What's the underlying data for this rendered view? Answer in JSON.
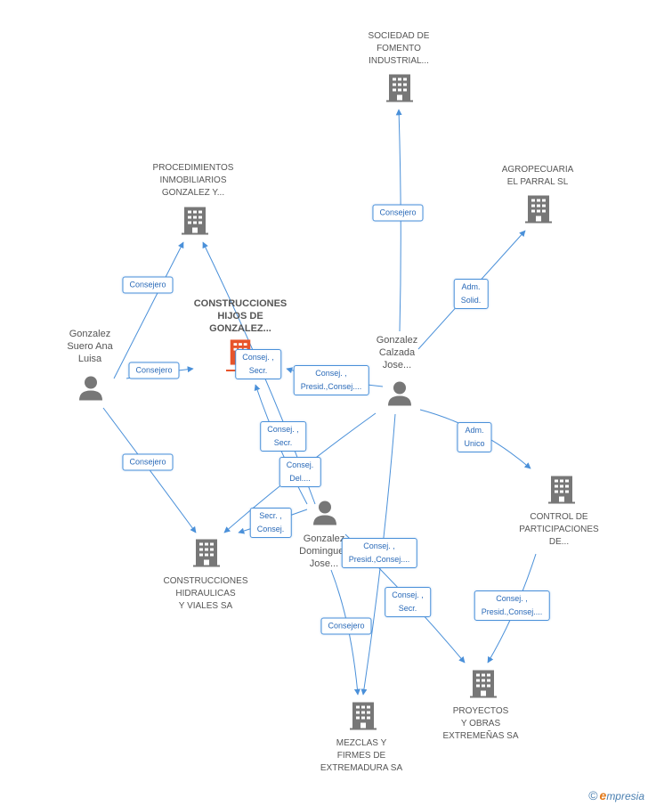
{
  "colors": {
    "edge": "#4a90d9",
    "building": "#777777",
    "main_building": "#e8542a",
    "person": "#777777"
  },
  "companies": [
    {
      "id": "sociedad",
      "label": "SOCIEDAD DE\nFOMENTO\nINDUSTRIAL...",
      "icon": "building-icon"
    },
    {
      "id": "procedimientos",
      "label": "PROCEDIMIENTOS\nINMOBILIARIOS\nGONZALEZ Y...",
      "icon": "building-icon"
    },
    {
      "id": "agropecuaria",
      "label": "AGROPECUARIA\nEL PARRAL SL",
      "icon": "building-icon"
    },
    {
      "id": "construcciones_hijos",
      "label": "CONSTRUCCIONES\nHIJOS DE\nGONZALEZ...",
      "icon": "building-icon",
      "main": true
    },
    {
      "id": "control",
      "label": "CONTROL DE\nPARTICIPACIONES\nDE...",
      "icon": "building-icon"
    },
    {
      "id": "hidraulicas",
      "label": "CONSTRUCCIONES\nHIDRAULICAS\nY VIALES SA",
      "icon": "building-icon"
    },
    {
      "id": "mezclas",
      "label": "MEZCLAS Y\nFIRMES DE\nEXTREMADURA SA",
      "icon": "building-icon"
    },
    {
      "id": "proyectos",
      "label": "PROYECTOS\nY OBRAS\nEXTREMEÑAS SA",
      "icon": "building-icon"
    }
  ],
  "people": [
    {
      "id": "suero",
      "label": "Gonzalez\nSuero Ana\nLuisa",
      "icon": "person-icon"
    },
    {
      "id": "calzada",
      "label": "Gonzalez\nCalzada\nJose...",
      "icon": "person-icon"
    },
    {
      "id": "dominguez",
      "label": "Gonzalez\nDominguez\nJose...",
      "icon": "person-icon"
    }
  ],
  "edge_labels": [
    "Consejero",
    "Consejero",
    "Consejero",
    "Consejero",
    "Adm.\nSolid.",
    "Adm.\nUnico",
    "Consej. ,\nSecr.",
    "Consej. ,\nPresid.,Consej....",
    "Consej. ,\nSecr.",
    "Consej.\nDel....",
    "Secr. ,\nConsej.",
    "Consej. ,\nPresid.,Consej....",
    "Consej. ,\nSecr.",
    "Consejero",
    "Consej. ,\nPresid.,Consej...."
  ],
  "copyright": {
    "symbol": "©",
    "brand_initial": "e",
    "brand_rest": "mpresia"
  }
}
